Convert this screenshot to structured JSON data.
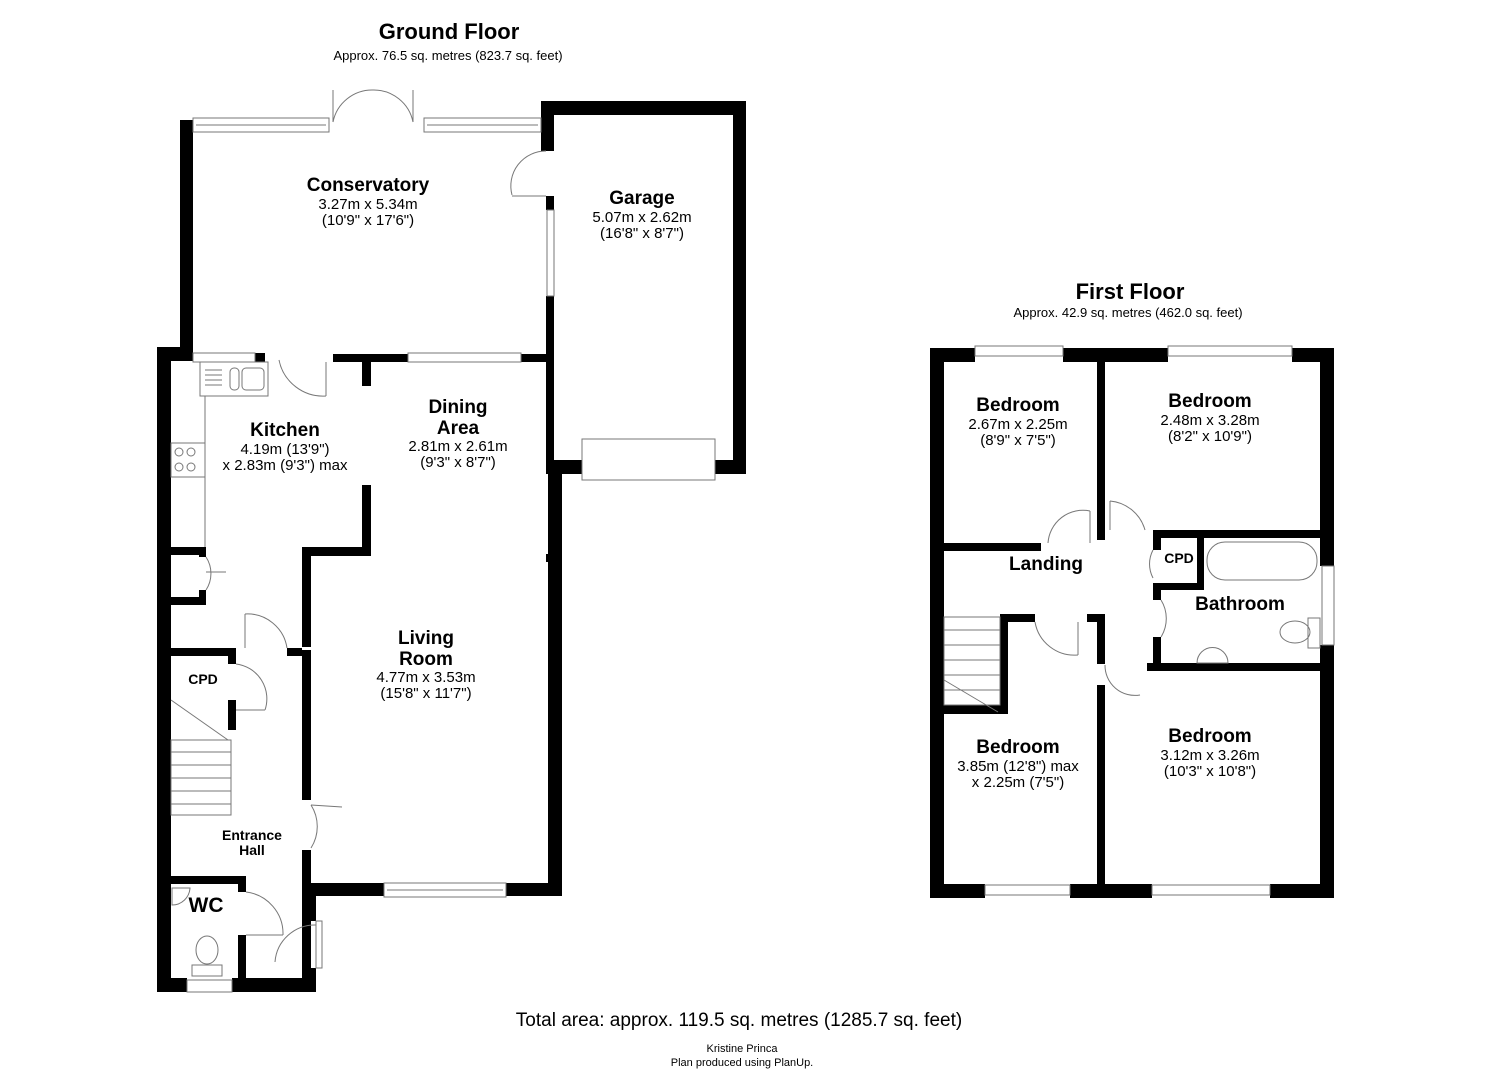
{
  "ground_floor": {
    "title": "Ground Floor",
    "area": "Approx. 76.5 sq. metres (823.7 sq. feet)",
    "rooms": [
      {
        "name": "Conservatory",
        "dim1": "3.27m x 5.34m",
        "dim2": "(10'9\" x 17'6\")"
      },
      {
        "name": "Garage",
        "dim1": "5.07m x 2.62m",
        "dim2": "(16'8\" x 8'7\")"
      },
      {
        "name": "Kitchen",
        "dim1": "4.19m (13'9\")",
        "dim2": "x 2.83m (9'3\") max"
      },
      {
        "name": "Dining",
        "name2": "Area",
        "dim1": "2.81m x 2.61m",
        "dim2": "(9'3\" x 8'7\")"
      },
      {
        "name": "Living",
        "name2": "Room",
        "dim1": "4.77m x 3.53m",
        "dim2": "(15'8\" x 11'7\")"
      },
      {
        "name": "CPD"
      },
      {
        "name": "Entrance",
        "name2": "Hall"
      },
      {
        "name": "WC"
      }
    ]
  },
  "first_floor": {
    "title": "First Floor",
    "area": "Approx. 42.9 sq. metres (462.0 sq. feet)",
    "rooms": [
      {
        "name": "Bedroom",
        "dim1": "2.67m x 2.25m",
        "dim2": "(8'9\" x 7'5\")"
      },
      {
        "name": "Bedroom",
        "dim1": "2.48m x 3.28m",
        "dim2": "(8'2\" x 10'9\")"
      },
      {
        "name": "Landing"
      },
      {
        "name": "CPD"
      },
      {
        "name": "Bathroom"
      },
      {
        "name": "Bedroom",
        "dim1": "3.85m (12'8\") max",
        "dim2": "x 2.25m (7'5\")"
      },
      {
        "name": "Bedroom",
        "dim1": "3.12m x 3.26m",
        "dim2": "(10'3\" x 10'8\")"
      }
    ]
  },
  "footer": {
    "total": "Total area: approx. 119.5 sq. metres (1285.7 sq. feet)",
    "credit": "Kristine Princa",
    "produced": "Plan produced using PlanUp."
  },
  "colors": {
    "wall": "#000000",
    "fixture": "#777777",
    "background": "#ffffff"
  }
}
